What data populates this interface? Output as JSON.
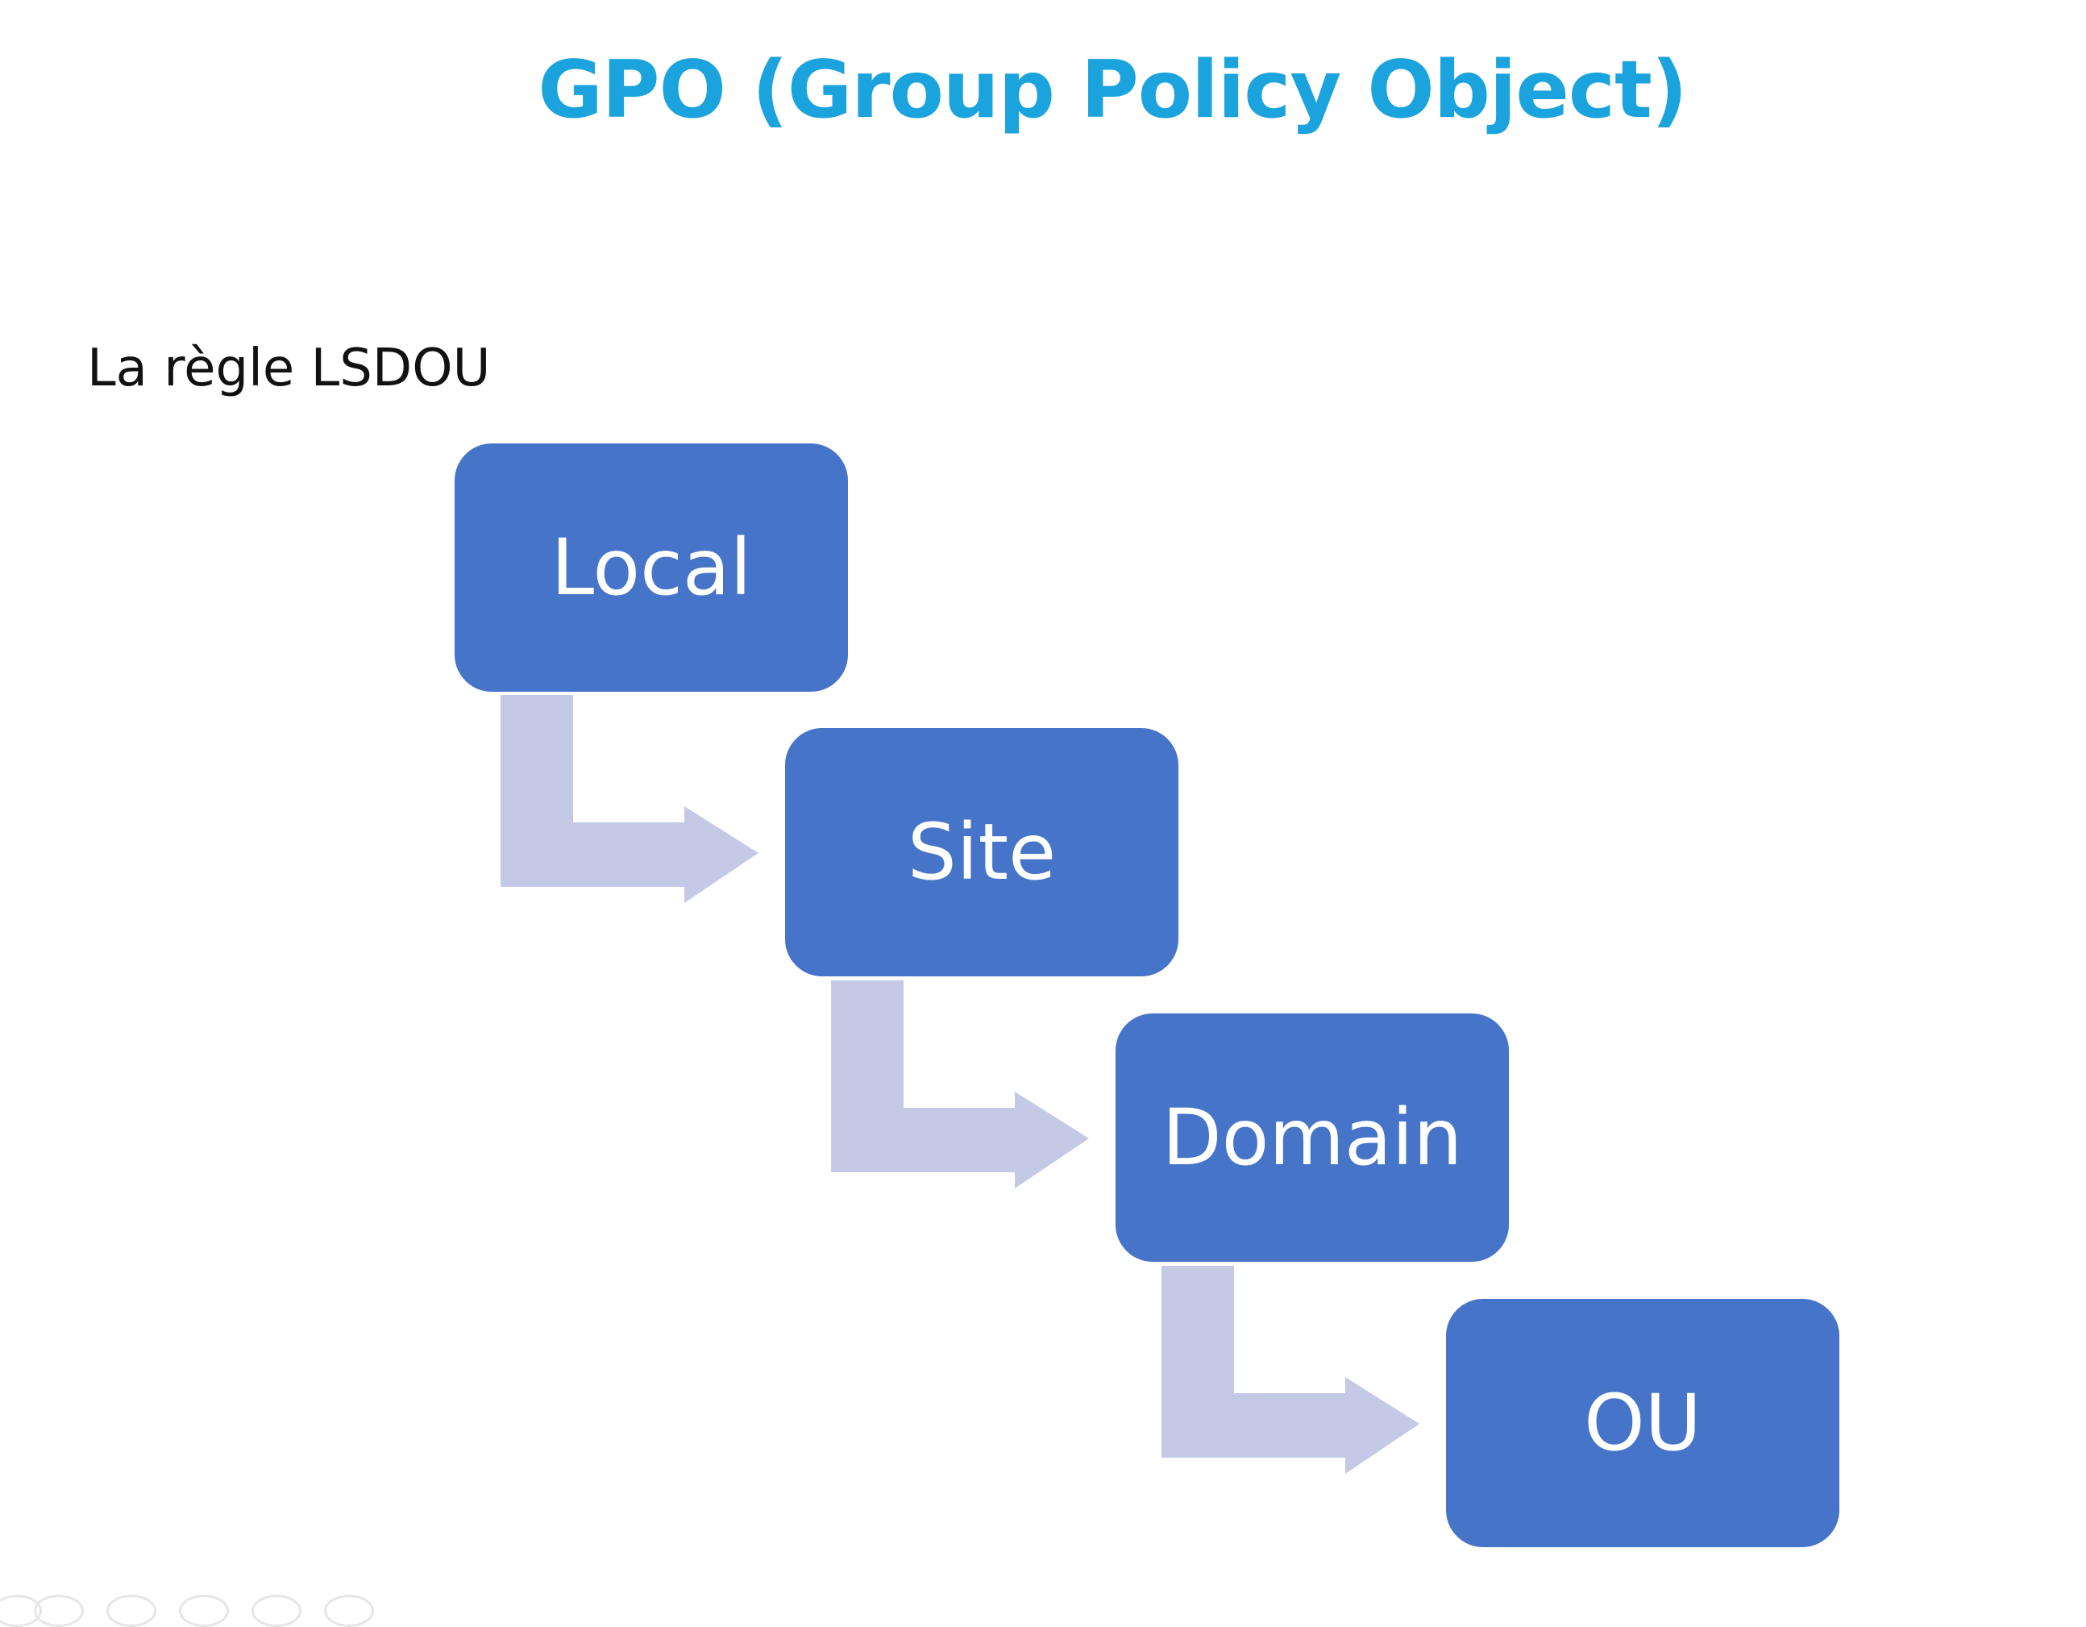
{
  "slide": {
    "title": "GPO (Group Policy Object)",
    "subtitle": "La règle LSDOU"
  },
  "diagram": {
    "steps": [
      {
        "label": "Local"
      },
      {
        "label": "Site"
      },
      {
        "label": "Domain"
      },
      {
        "label": "OU"
      }
    ]
  },
  "colors": {
    "title": "#1aa3dc",
    "box_fill": "#4674c8",
    "box_text": "#ffffff",
    "arrow_fill": "#c4cae6"
  }
}
